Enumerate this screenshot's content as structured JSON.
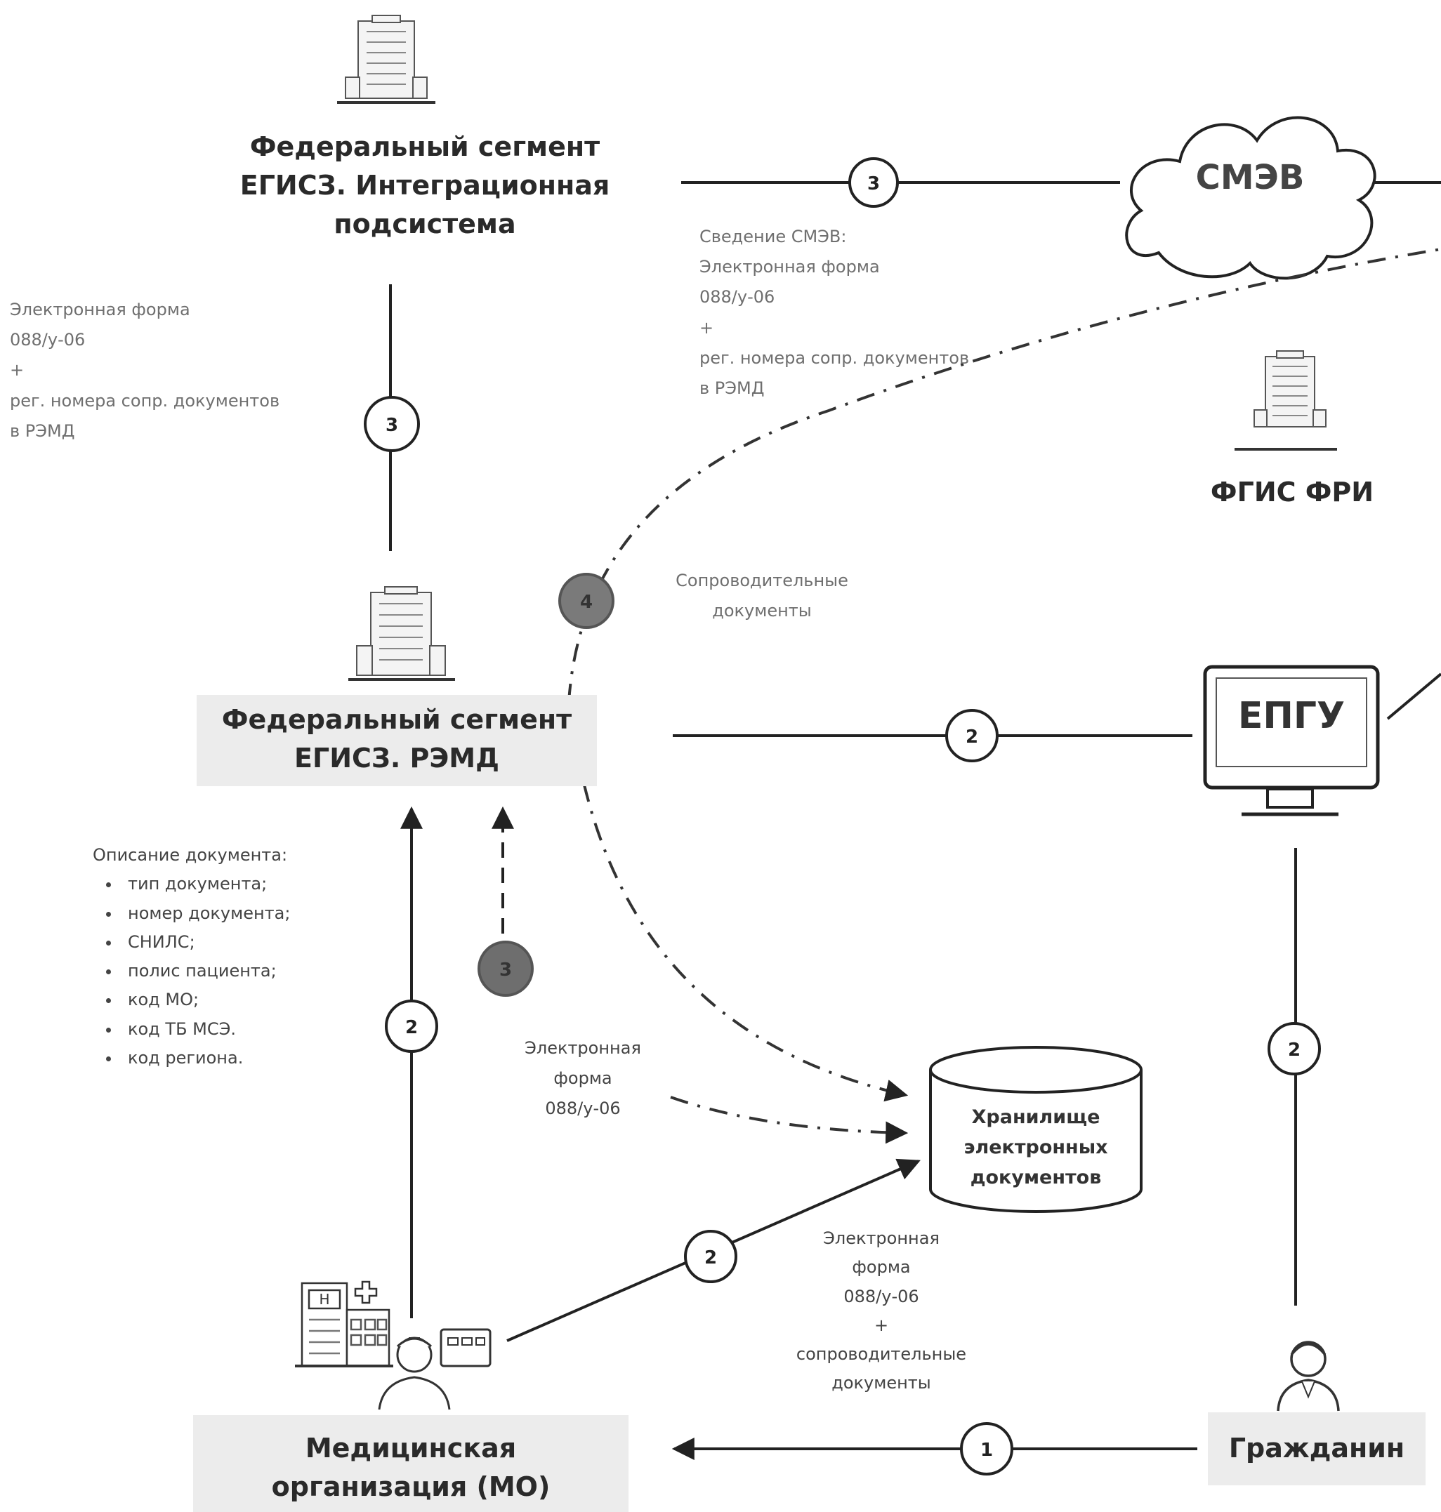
{
  "nodes": {
    "integration": {
      "title_lines": [
        "Федеральный сегмент",
        "ЕГИСЗ. Интеграционная",
        "подсистема"
      ]
    },
    "remd": {
      "title_lines": [
        "Федеральный сегмент",
        "ЕГИСЗ. РЭМД"
      ]
    },
    "smev": {
      "title": "СМЭВ"
    },
    "fgis": {
      "title": "ФГИС ФРИ"
    },
    "epgu": {
      "title": "ЕПГУ"
    },
    "storage": {
      "title_lines": [
        "Хранилище",
        "электронных",
        "документов"
      ]
    },
    "mo": {
      "title_lines": [
        "Медицинская",
        "организация (МО)"
      ]
    },
    "citizen": {
      "title": "Гражданин"
    }
  },
  "edges": {
    "integration_smev": {
      "step": "3"
    },
    "remd_integration": {
      "step": "3"
    },
    "remd_fgis": {
      "step": "4"
    },
    "remd_epgu": {
      "step": "2"
    },
    "mo_remd": {
      "step": "2"
    },
    "mo_remd_dashed": {
      "step": "3"
    },
    "mo_storage": {
      "step": "2"
    },
    "citizen_epgu": {
      "step": "2"
    },
    "citizen_mo": {
      "step": "1"
    }
  },
  "labels": {
    "smev_info": [
      "Сведение СМЭВ:",
      "Электронная форма",
      "088/у-06",
      "+",
      "рег. номера сопр. документов",
      "в РЭМД"
    ],
    "integration_info": [
      "Электронная форма",
      "088/у-06",
      "+",
      "рег. номера сопр. документов",
      "в РЭМД"
    ],
    "accompanying_docs": [
      "Сопроводительные",
      "документы"
    ],
    "doc_description": {
      "heading": "Описание документа:",
      "items": [
        "тип документа;",
        "номер документа;",
        "СНИЛС;",
        "полис пациента;",
        "код МО;",
        "код ТБ МСЭ.",
        "код региона."
      ]
    },
    "electronic_form_mid": [
      "Электронная",
      "форма",
      "088/у-06"
    ],
    "electronic_form_full": [
      "Электронная",
      "форма",
      "088/у-06",
      "+",
      "сопроводительные",
      "документы"
    ]
  }
}
